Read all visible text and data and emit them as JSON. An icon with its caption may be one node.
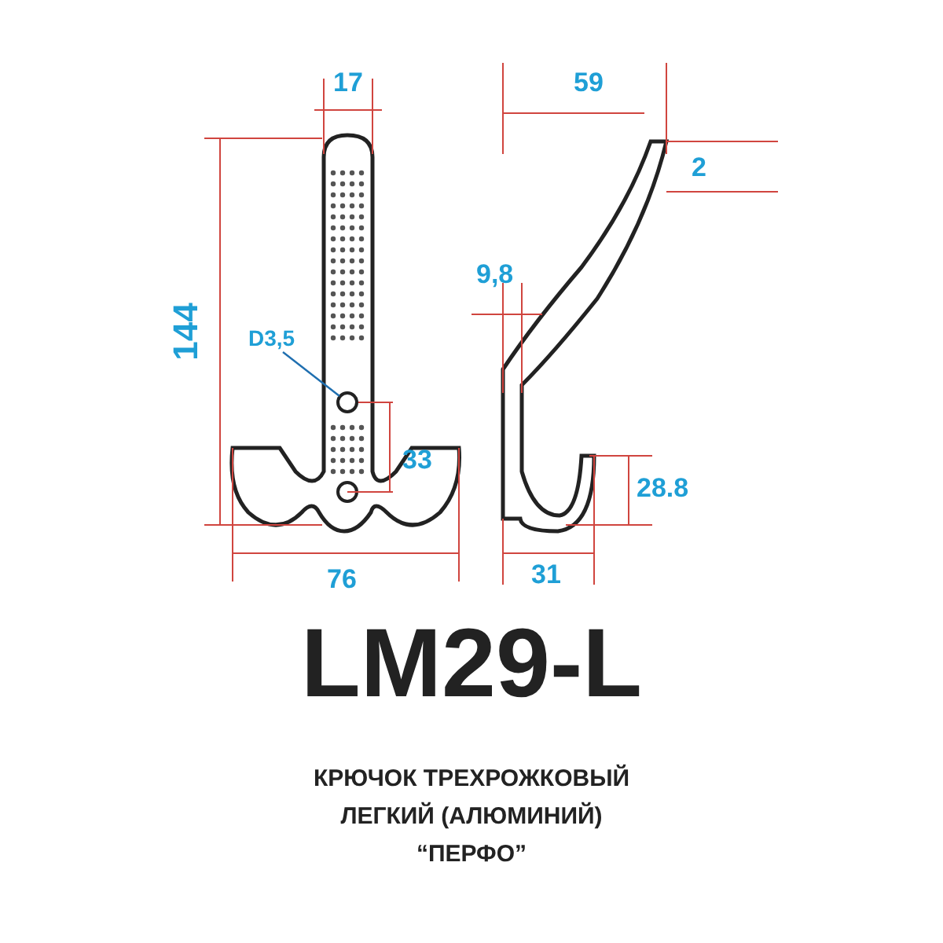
{
  "diagram": {
    "title": "LM29-L",
    "caption": "КРЮЧОК ТРЕХРОЖКОВЫЙ ЛЕГКИЙ (АЛЮМИНИЙ) “ПЕРФО”",
    "nodes": [
      {
        "text": [
          "D3,5"
        ]
      },
      {
        "text": [],
        "shape": "circle"
      }
    ],
    "edges": [
      {
        "from": 0,
        "to": 1,
        "arrow": "none"
      }
    ],
    "labels": [
      "17",
      "59",
      "2",
      "144",
      "9,8",
      "33",
      "28.8",
      "76",
      "31"
    ]
  }
}
